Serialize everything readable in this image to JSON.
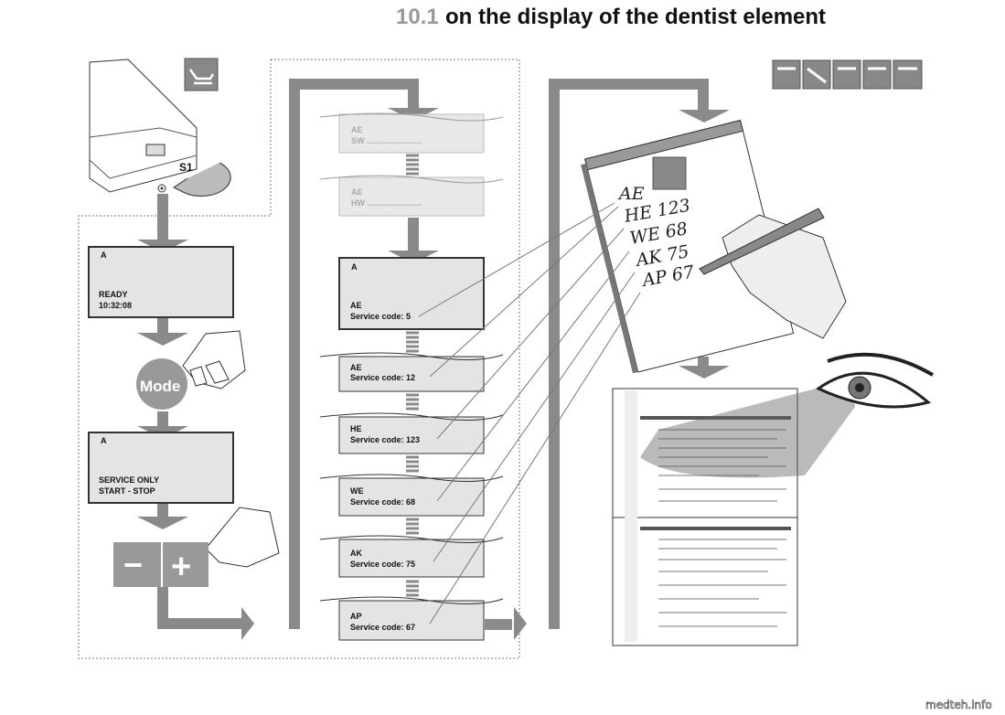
{
  "header": {
    "section_number": "10.1",
    "title": "on the display of the dentist element"
  },
  "device": {
    "switch_label": "S1"
  },
  "left_flow": {
    "ready_display": {
      "line1": "A",
      "line2": "READY",
      "line3": "10:32:08"
    },
    "mode_button": "Mode",
    "service_display": {
      "line1": "A",
      "line2": "SERVICE ONLY",
      "line3": "START - STOP"
    },
    "minus_button": "−",
    "plus_button": "+"
  },
  "middle_flow": {
    "sw_display": {
      "line1": "AE",
      "line2": "SW ........................"
    },
    "hw_display": {
      "line1": "AE",
      "line2": "HW ........................"
    },
    "main_display": {
      "line1": "A",
      "line2": "AE",
      "line3": "Service code: 5"
    },
    "entries": [
      {
        "code": "AE",
        "text": "Service code: 12"
      },
      {
        "code": "HE",
        "text": "Service code: 123"
      },
      {
        "code": "WE",
        "text": "Service code: 68"
      },
      {
        "code": "AK",
        "text": "Service code: 75"
      },
      {
        "code": "AP",
        "text": "Service code: 67"
      }
    ]
  },
  "notepad": {
    "lines": [
      "AE",
      "HE  123",
      "WE  68",
      "AK  75",
      "AP  67"
    ]
  },
  "watermark": "medteh.info",
  "colors": {
    "bar": "#8a8a8a",
    "display_bg": "#e4e4e4",
    "icon_bg": "#888888"
  }
}
